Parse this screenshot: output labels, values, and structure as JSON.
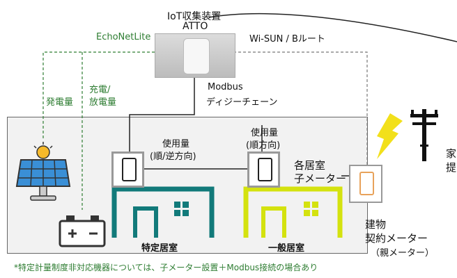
{
  "collector": {
    "title_line1": "IoT収集装置",
    "title_line2": "ATTO"
  },
  "connections": {
    "echonet": "EchoNetLite",
    "wisun": "Wi-SUN / Bルート",
    "modbus_line1": "Modbus",
    "modbus_line2": "ディジーチェーン",
    "charge_line1": "充電/",
    "charge_line2": "放電量",
    "generation": "発電量"
  },
  "meters": {
    "specific_usage_line1": "使用量",
    "specific_usage_line2": "(順/逆方向)",
    "general_usage_line1": "使用量",
    "general_usage_line2": "(順方向)",
    "sub_meter_line1": "各居室",
    "sub_meter_line2": "子メーター",
    "main_meter_line1": "建物",
    "main_meter_line2": "契約メーター",
    "main_meter_line3": "（親メーター）"
  },
  "rooms": {
    "specific": "特定居室",
    "general": "一般居室"
  },
  "grid": {
    "label_line1": "家",
    "label_line2": "提"
  },
  "footnote": "*特定計量制度非対応機器については、子メーター設置＋Modbus接続の場合あり",
  "colors": {
    "teal": "#127a7a",
    "lime": "#d4e20f",
    "green_dashed": "#2e7d32",
    "lightning": "#f2e01b"
  }
}
